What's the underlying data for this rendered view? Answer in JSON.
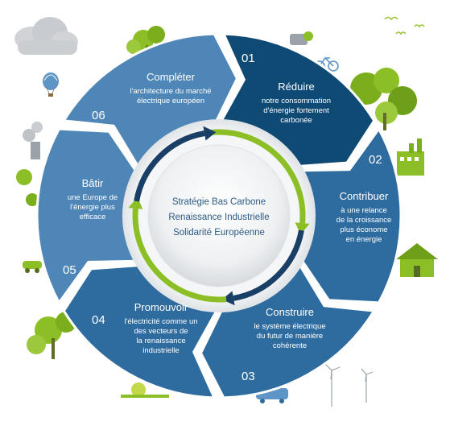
{
  "center": {
    "lines": [
      "Stratégie Bas Carbone",
      "Renaissance Industrielle",
      "Solidarité Européenne"
    ]
  },
  "segments": [
    {
      "number": "01",
      "title": "Réduire",
      "lines": [
        "notre consommation",
        "d'énergie fortement",
        "carbonée"
      ]
    },
    {
      "number": "02",
      "title": "Contribuer",
      "lines": [
        "à une relance",
        "de la croissance",
        "plus économe",
        "en énergie"
      ]
    },
    {
      "number": "03",
      "title": "Construire",
      "lines": [
        "le système électrique",
        "du futur de manière",
        "cohérente"
      ]
    },
    {
      "number": "04",
      "title": "Promouvoir",
      "lines": [
        "l'électricité comme un",
        "des vecteurs de",
        "la renaissance",
        "industrielle"
      ]
    },
    {
      "number": "05",
      "title": "Bâtir",
      "lines": [
        "une Europe de",
        "l'énergie plus",
        "efficace"
      ]
    },
    {
      "number": "06",
      "title": "Compléter",
      "lines": [
        "l'architecture du marché",
        "électrique européen"
      ]
    }
  ],
  "colors": {
    "dark_blue": "#0f4a75",
    "mid_blue": "#2e6ca0",
    "light_blue": "#4f86b8",
    "green": "#8cbf26",
    "navy": "#1a3f66",
    "center_text": "#2c5a86"
  },
  "icons": [
    "cloud-icon",
    "balloon-icon",
    "tree-icon",
    "bicycle-icon",
    "factory-icon",
    "house-icon",
    "wind-turbine-icon",
    "solar-panel-icon",
    "car-icon",
    "birds-icon"
  ]
}
